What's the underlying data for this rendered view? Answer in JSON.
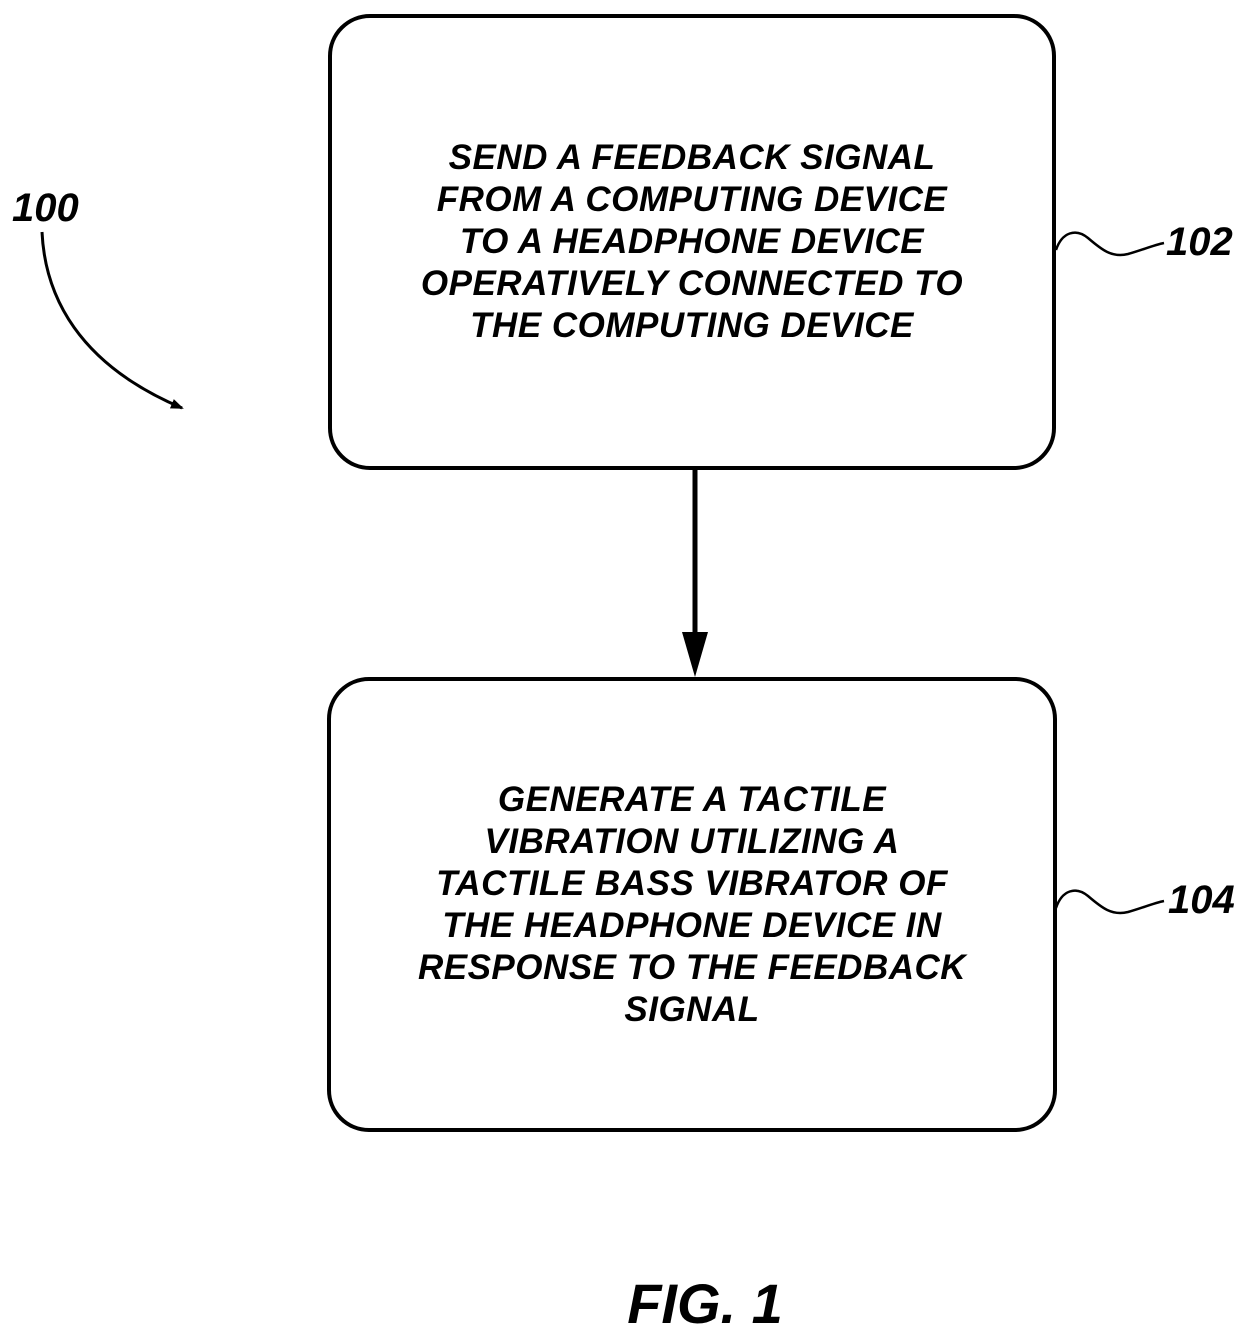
{
  "figure": {
    "diagram_label": "100",
    "caption": "FIG. 1",
    "colors": {
      "ink": "#000000",
      "background": "#ffffff"
    },
    "boxes": [
      {
        "ref": "102",
        "text": "SEND A FEEDBACK SIGNAL\nFROM A COMPUTING DEVICE\nTO A HEADPHONE DEVICE\nOPERATIVELY CONNECTED TO\nTHE COMPUTING DEVICE"
      },
      {
        "ref": "104",
        "text": "GENERATE A TACTILE\nVIBRATION UTILIZING A\nTACTILE BASS VIBRATOR OF\nTHE HEADPHONE DEVICE IN\nRESPONSE TO THE FEEDBACK\nSIGNAL"
      }
    ]
  }
}
